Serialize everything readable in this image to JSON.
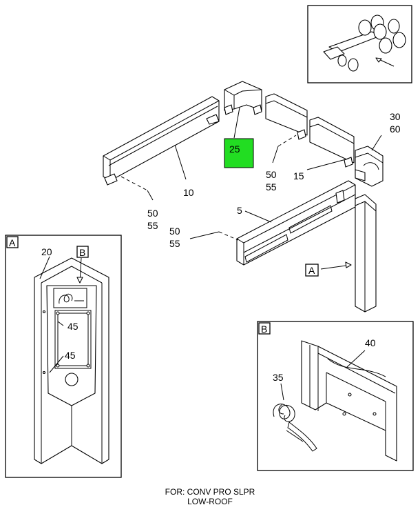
{
  "callouts": {
    "c25": "25",
    "c10": "10",
    "c15": "15",
    "c30": "30",
    "c60": "60",
    "c50a": "50",
    "c55a": "55",
    "c50b": "50",
    "c55b": "55",
    "c50c": "50",
    "c55c": "55",
    "c5": "5",
    "c20": "20",
    "c45a": "45",
    "c45b": "45",
    "c40": "40",
    "c35": "35"
  },
  "view_labels": {
    "a_main": "A",
    "a_inset": "A",
    "b_main": "B",
    "b_inset": "B"
  },
  "highlight_color": "#22dd22",
  "footer": {
    "line1": "FOR: CONV PRO SLPR",
    "line2": "LOW-ROOF"
  }
}
